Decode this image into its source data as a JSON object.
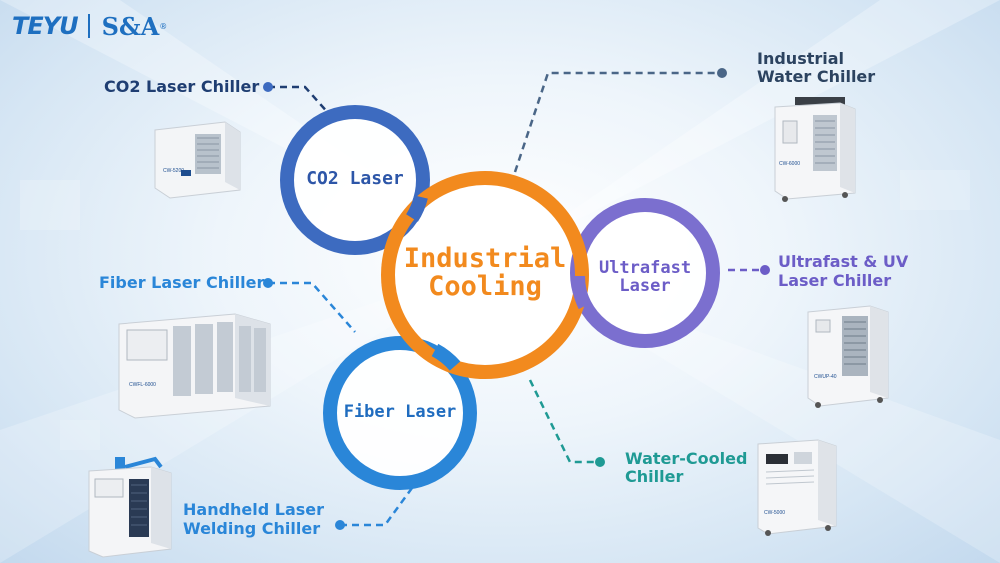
{
  "logo": {
    "brand1": "TEYU",
    "brand2": "S&A"
  },
  "hub": {
    "line1": "Industrial",
    "line2": "Cooling"
  },
  "rings": {
    "co2": "CO2 Laser",
    "ultrafast_1": "Ultrafast",
    "ultrafast_2": "Laser",
    "fiber": "Fiber Laser"
  },
  "labels": {
    "co2_chiller": "CO2 Laser Chiller",
    "industrial_1": "Industrial",
    "industrial_2": "Water Chiller",
    "ultrafast_1": "Ultrafast & UV",
    "ultrafast_2": "Laser Chiller",
    "fiber_chiller": "Fiber Laser Chiller",
    "water_1": "Water-Cooled",
    "water_2": "Chiller",
    "handheld_1": "Handheld Laser",
    "handheld_2": "Welding Chiller"
  },
  "products": {
    "co2_model": "CW-5200",
    "industrial_model": "CW-6000",
    "ultrafast_model": "CWUP-40",
    "fiber_model": "CWFL-6000",
    "water_model": "CW-5000"
  },
  "colors": {
    "co2_ring": "#3d6bc0",
    "hub_ring": "#f28a1e",
    "ultrafast_ring": "#7b6fcf",
    "fiber_ring": "#2a86d8",
    "label_dark": "#1f3e72",
    "label_blue": "#2a86d8",
    "label_purple": "#6c5dc7",
    "label_teal": "#1f9a94"
  }
}
